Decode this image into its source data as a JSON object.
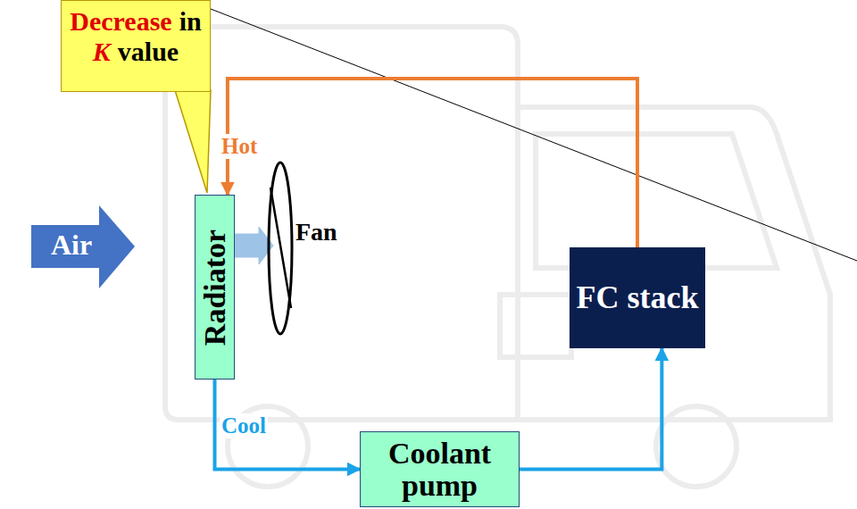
{
  "diagram": {
    "nodes": [
      {
        "text": [
          "Decrease",
          "in",
          "K",
          "value"
        ]
      },
      {
        "text": [
          "Air"
        ]
      },
      {
        "text": [
          "Radiator"
        ]
      },
      {
        "text": [
          "FC stack"
        ]
      },
      {
        "text": [
          "Coolant pump"
        ]
      }
    ],
    "edges": [
      {
        "from": 3,
        "to": 2,
        "label": "Hot",
        "arrow": "to"
      },
      {
        "from": 2,
        "to": 4,
        "label": "Cool",
        "arrow": "to"
      },
      {
        "from": 4,
        "to": 3,
        "arrow": "to"
      }
    ],
    "labels": [
      "Fan"
    ]
  }
}
